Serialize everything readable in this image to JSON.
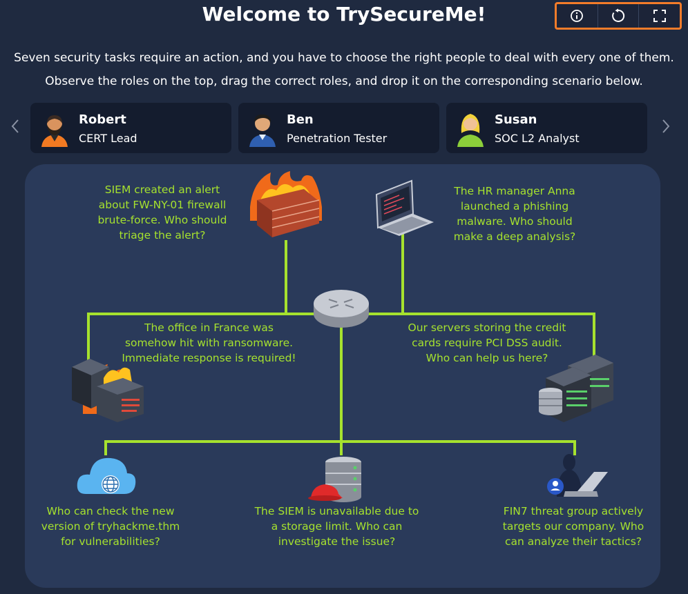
{
  "header": {
    "title": "Welcome to TrySecureMe!",
    "intro_line1": "Seven security tasks require an action, and you have to choose the right people to deal with every one of them.",
    "intro_line2": "Observe the roles on the top, drag the correct roles, and drop it on the corresponding scenario below."
  },
  "toolbar": {
    "icons": [
      "info-icon",
      "refresh-icon",
      "fullscreen-icon"
    ],
    "accent": "#f47c2a"
  },
  "roles": [
    {
      "name": "Robert",
      "role": "CERT Lead"
    },
    {
      "name": "Ben",
      "role": "Penetration Tester"
    },
    {
      "name": "Susan",
      "role": "SOC L2 Analyst"
    }
  ],
  "scenarios": {
    "firewall": [
      "SIEM created an alert",
      "about FW-NY-01 firewall",
      "brute-force. Who should",
      "triage the alert?"
    ],
    "phishing": [
      "The HR manager Anna",
      "launched a phishing",
      "malware. Who should",
      "make a deep analysis?"
    ],
    "ransomware": [
      "The office in France was",
      "somehow hit with ransomware.",
      "Immediate response is required!"
    ],
    "pci": [
      "Our servers storing the credit",
      "cards require PCI DSS audit.",
      "Who can help us here?"
    ],
    "website": [
      "Who can check the new",
      "version of tryhackme.thm",
      "for vulnerabilities?"
    ],
    "siem": [
      "The SIEM is unavailable due to",
      "a storage limit. Who can",
      "investigate the issue?"
    ],
    "fin7": [
      "FIN7 threat group actively",
      "targets our company. Who",
      "can analyze their tactics?"
    ]
  },
  "colors": {
    "background": "#1f2a40",
    "board": "#2a3a5a",
    "card": "#141c2e",
    "line": "#a6e22e",
    "scenario_text": "#a6e22e"
  }
}
